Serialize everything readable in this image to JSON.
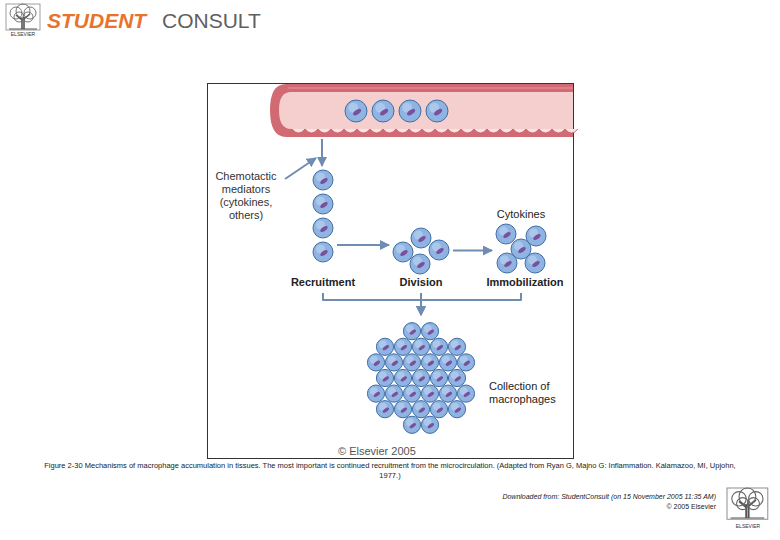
{
  "diagram": {
    "caption": "Figure 2-30 Mechanisms of macrophage accumulation in tissues. The most important is continued recruitment from the microcirculation. (Adapted from Ryan G, Majno G: Inflammation. Kalamazoo, MI, Upjohn, 1977.)",
    "nodes": [
      {
        "text": [
          "Recruitment"
        ]
      },
      {
        "text": [
          "Division"
        ]
      },
      {
        "text": [
          "Cytokines",
          "Immobilization"
        ]
      },
      {
        "text": [
          "Collection of macrophages"
        ]
      }
    ],
    "edges": [
      {
        "from": 0,
        "to": 1,
        "arrow": "to"
      },
      {
        "from": 1,
        "to": 2,
        "arrow": "to"
      },
      {
        "from": 0,
        "to": 3,
        "arrow": "to"
      },
      {
        "from": 1,
        "to": 3,
        "arrow": "to"
      },
      {
        "from": 2,
        "to": 3,
        "arrow": "to"
      }
    ],
    "labels": [
      "ELSEVIER",
      "STUDENT",
      "CONSULT",
      "Chemotactic mediators (cytokines, others)",
      "© Elsevier 2005",
      "Downloaded from: StudentConsult (on 15 November 2005 11:35 AM)",
      "© 2005 Elsevier",
      "ELSEVIER"
    ]
  }
}
